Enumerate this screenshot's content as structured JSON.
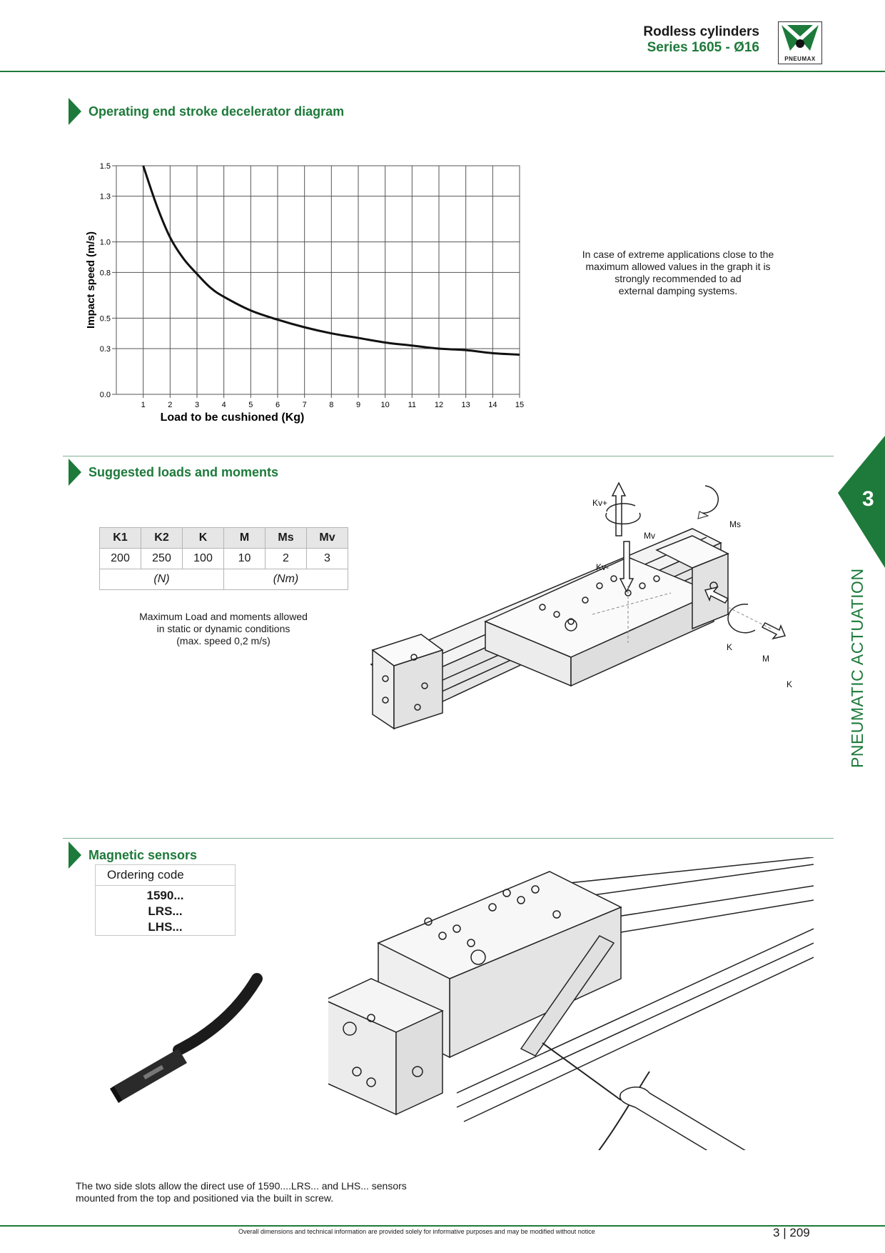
{
  "header": {
    "title_line1": "Rodless cylinders",
    "title_line2": "Series 1605 - Ø16",
    "logo_text": "PNEUMAX"
  },
  "sections": {
    "diagram": "Operating end stroke decelerator diagram",
    "loads": "Suggested loads and moments",
    "sensors": "Magnetic sensors"
  },
  "diagram_note": [
    "In case of extreme applications close to the",
    "maximum allowed values in the graph it is",
    "strongly recommended to ad",
    "external damping systems."
  ],
  "chart_data": {
    "type": "line",
    "title": "",
    "xlabel": "Load to be cushioned (Kg)",
    "ylabel": "Impact speed (m/s)",
    "xlim": [
      0,
      15
    ],
    "ylim": [
      0,
      1.5
    ],
    "x_ticks": [
      "1",
      "2",
      "3",
      "4",
      "5",
      "6",
      "7",
      "8",
      "9",
      "10",
      "11",
      "12",
      "13",
      "14",
      "15"
    ],
    "y_ticks": [
      {
        "value": 0.0,
        "label": "0.0"
      },
      {
        "value": 0.3,
        "label": "0.3"
      },
      {
        "value": 0.5,
        "label": "0.5"
      },
      {
        "value": 0.8,
        "label": "0.8"
      },
      {
        "value": 1.0,
        "label": "1.0"
      },
      {
        "value": 1.3,
        "label": "1.3"
      },
      {
        "value": 1.5,
        "label": "1.5"
      }
    ],
    "grid": true,
    "series": [
      {
        "x": [
          1,
          1.5,
          2,
          2.5,
          3,
          3.5,
          4,
          5,
          6,
          7,
          8,
          9,
          10,
          11,
          12,
          13,
          14,
          15
        ],
        "y": [
          1.5,
          1.24,
          1.03,
          0.89,
          0.79,
          0.7,
          0.64,
          0.55,
          0.49,
          0.44,
          0.4,
          0.37,
          0.34,
          0.32,
          0.3,
          0.29,
          0.27,
          0.26
        ]
      }
    ]
  },
  "loads_table": {
    "headers": [
      "K1",
      "K2",
      "K",
      "M",
      "Ms",
      "Mv"
    ],
    "values": [
      "200",
      "250",
      "100",
      "10",
      "2",
      "3"
    ],
    "unit_force": "(N)",
    "unit_moment": "(Nm)"
  },
  "loads_note": [
    "Maximum Load and moments allowed",
    "in static or dynamic conditions",
    "(max. speed 0,2 m/s)"
  ],
  "diagram_labels": {
    "kv_plus": "Kv+",
    "kv_minus": "Kv-",
    "mv": "Mv",
    "ms": "Ms",
    "k_top": "K",
    "m": "M",
    "k_bottom": "K"
  },
  "ordering": {
    "header": "Ordering code",
    "codes": [
      "1590...",
      "LRS...",
      "LHS..."
    ]
  },
  "sensors_note": [
    "The two side slots allow the direct use of 1590....LRS... and LHS... sensors",
    "mounted from the top and positioned via the built in screw."
  ],
  "side_tab": {
    "number": "3",
    "text": "PNEUMATIC ACTUATION"
  },
  "footer": {
    "disclaimer": "Overall dimensions and technical information are provided solely for informative purposes and may be modified without notice",
    "chapter": "3",
    "page": "209"
  },
  "colors": {
    "brand_green": "#1d7a3a",
    "table_header": "#e6e6e6"
  }
}
